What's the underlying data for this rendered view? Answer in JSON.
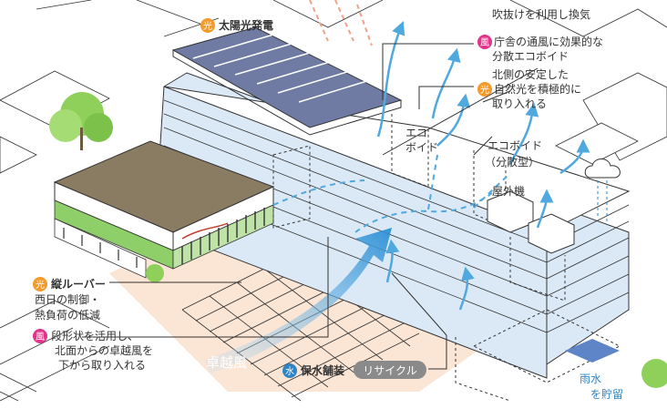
{
  "labels": {
    "solar": "太陽光発電",
    "ecovoid_atrium": [
      "吹抜けを利用し換気",
      "庁舎の通風に効果的な",
      "分散エコボイド"
    ],
    "north_light": [
      "北側の安定した",
      "自然光を積極的に",
      "取り入れる"
    ],
    "ecovoid": [
      "エコ",
      "ボイド"
    ],
    "ecovoid_distributed": [
      "エコボイド",
      "（分散型）"
    ],
    "outdoor_unit": "屋外機",
    "louver_title": "縦ルーバー",
    "louver_desc": [
      "西日の制御・",
      "熱負荷の低減"
    ],
    "terrace": [
      "段形状を活用し、",
      "北面からの卓越風を",
      "下から取り入れる"
    ],
    "prevailing_wind": "卓越風",
    "permeable_paving": "保水舗装",
    "recycle": "リサイクル",
    "rainwater": [
      "雨水",
      "を貯留"
    ]
  },
  "badges": {
    "light": "光",
    "wind": "風",
    "water": "水"
  },
  "colors": {
    "light_badge": "#f39a2b",
    "wind_badge": "#e2338a",
    "water_badge": "#2f84c5",
    "building_face": "#dbe9f6",
    "ground_tint": "#fbe6d6",
    "roof_garden": "#8a7b63",
    "greenery": "#6fbe44",
    "wind_arrow": "#4fa9de",
    "solar_arrow": "#f0a285"
  }
}
